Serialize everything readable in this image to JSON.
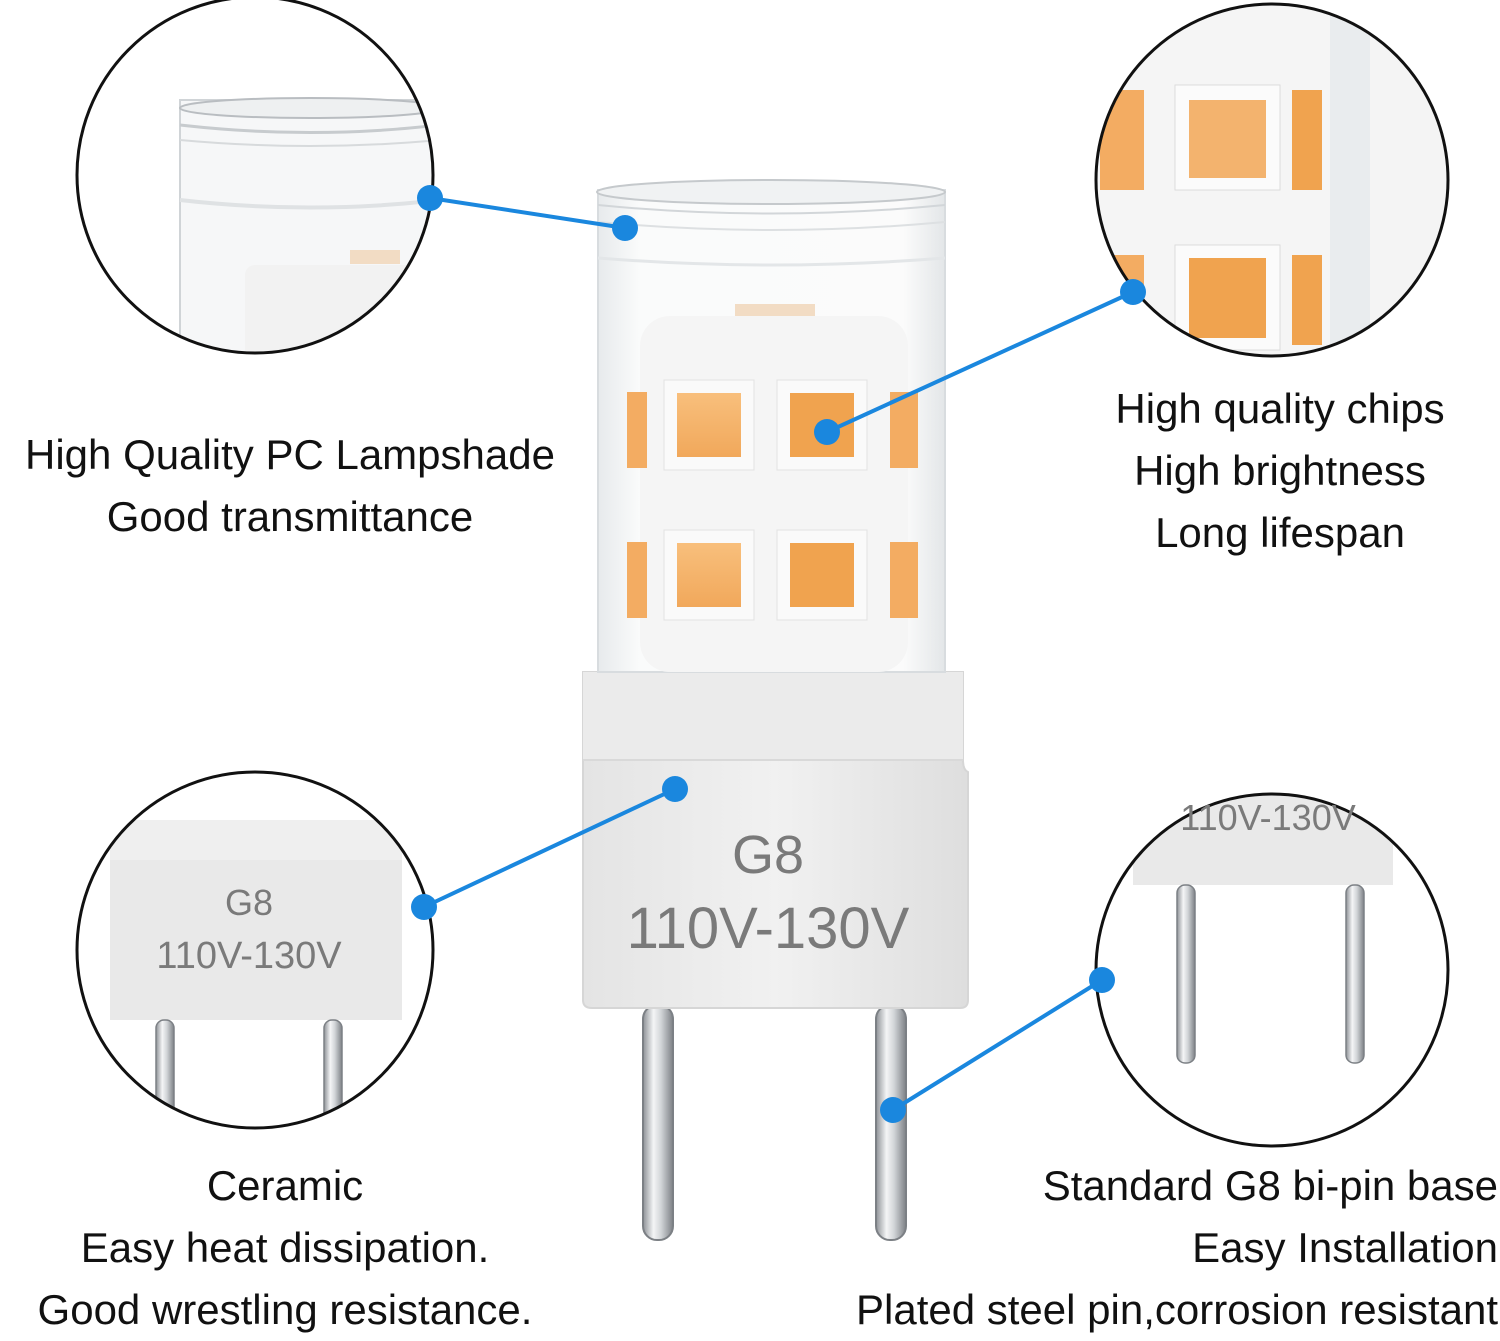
{
  "colors": {
    "callout_dot": "#1a87de",
    "callout_line": "#1a87de",
    "led_chip": "#f5b26b",
    "ceramic_base": "#ececec",
    "pin": "#c9ccd0"
  },
  "bulb": {
    "base_code": "G8",
    "voltage": "110V-130V"
  },
  "zoom_ceramic": {
    "base_code": "G8",
    "voltage": "110V-130V"
  },
  "zoom_pins": {
    "voltage": "110V-130V"
  },
  "callouts": {
    "lampshade": {
      "lines": [
        "High Quality PC Lampshade",
        "Good transmittance"
      ]
    },
    "chips": {
      "lines": [
        "High quality chips",
        "High brightness",
        "Long lifespan"
      ]
    },
    "ceramic": {
      "lines": [
        "Ceramic",
        "Easy heat dissipation.",
        "Good wrestling resistance."
      ]
    },
    "base": {
      "lines": [
        "Standard G8 bi-pin base",
        "Easy Installation",
        "Plated steel pin,corrosion resistant"
      ]
    }
  }
}
